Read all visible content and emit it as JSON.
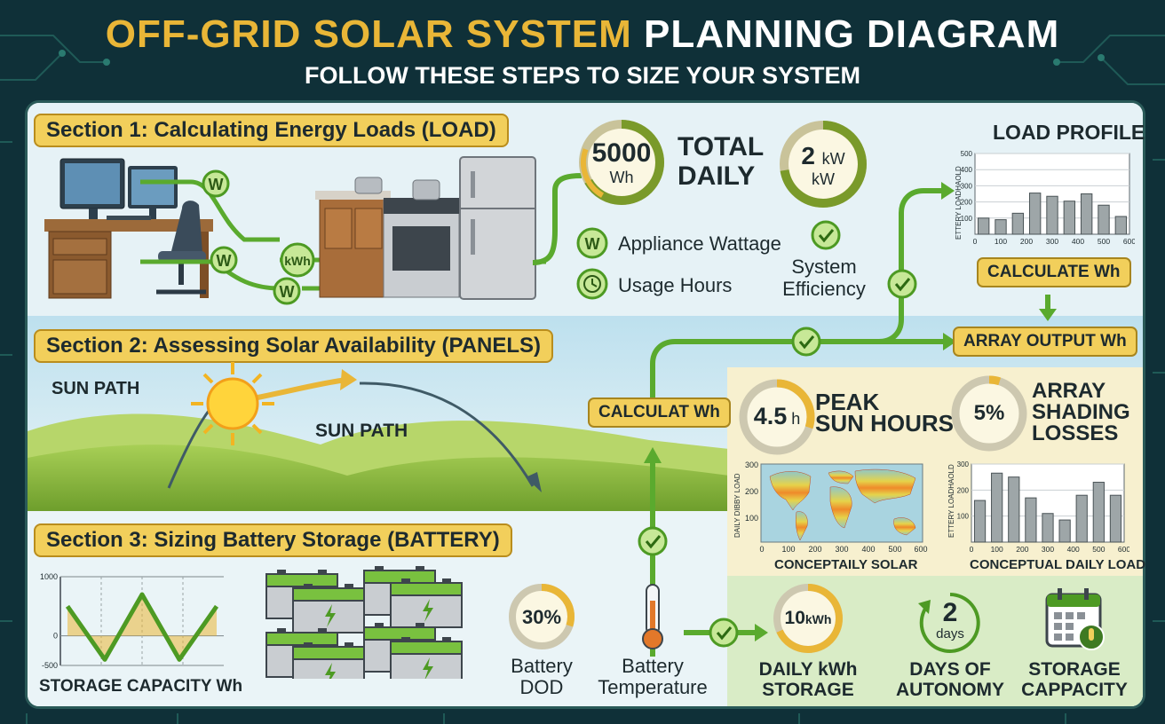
{
  "header": {
    "title_highlight": "OFF-GRID SOLAR SYSTEM",
    "title_rest": "PLANNING DIAGRAM",
    "subtitle": "FOLLOW THESE STEPS TO SIZE YOUR SYSTEM"
  },
  "section1": {
    "label": "Section 1: Calculating Energy Loads (LOAD)",
    "w_badge": "W",
    "kwh_badge": "kWh",
    "total_daily": {
      "value": "5000",
      "unit": "Wh",
      "label_line1": "TOTAL",
      "label_line2": "DAILY"
    },
    "power": {
      "value": "2",
      "unit_small": "kW",
      "unit": "kW"
    },
    "appliance_wattage": "Appliance Wattage",
    "usage_hours": "Usage Hours",
    "system_efficiency_line1": "System",
    "system_efficiency_line2": "Efficiency"
  },
  "load_profile": {
    "title": "LOAD PROFILE",
    "ylabel": "ETTERY LOADHAOLD"
  },
  "calculate_wh_label": "CALCULATE Wh",
  "array_output_label": "ARRAY OUTPUT Wh",
  "calculat_wh_label": "CALCULAT Wh",
  "section2": {
    "label": "Section 2: Assessing Solar Availability (PANELS)",
    "sun_path_1": "SUN PATH",
    "sun_path_2": "SUN PATH"
  },
  "peak_sun": {
    "value": "4.5",
    "unit": "h",
    "label_line1": "PEAK",
    "label_line2": "SUN HOURS",
    "fraction": 0.3
  },
  "shading": {
    "value": "5%",
    "label_line1": "ARRAY",
    "label_line2": "SHADING",
    "label_line3": "LOSSES",
    "fraction": 0.05
  },
  "solar_map": {
    "ylabel": "DAILY DIBBY LOAD",
    "caption": "CONCEPTAILY SOLAR"
  },
  "daily_load_chart": {
    "ylabel": "ETTERY LOADHAOLD",
    "caption": "CONCEPTUAL DAILY LOAD"
  },
  "section3": {
    "label": "Section 3:  Sizing Battery Storage (BATTERY)",
    "storage_caption": "STORAGE CAPACITY Wh",
    "battery_dod": {
      "value": "30%",
      "label_line1": "Battery",
      "label_line2": "DOD",
      "fraction": 0.3
    },
    "battery_temp_line1": "Battery",
    "battery_temp_line2": "Temperature",
    "daily_storage": {
      "value": "10",
      "unit": "kWh",
      "label_line1": "DAILY kWh",
      "label_line2": "STORAGE"
    },
    "autonomy": {
      "value": "2",
      "unit": "days",
      "label_line1": "DAYS OF",
      "label_line2": "AUTONOMY"
    },
    "storage_capacity_line1": "STORAGE",
    "storage_capacity_line2": "CAPPACITY"
  },
  "chart_data": [
    {
      "type": "bar",
      "title": "LOAD PROFILE",
      "ylabel": "ETTERY LOADHAOLD",
      "x": [
        0,
        100,
        200,
        300,
        400,
        500,
        600
      ],
      "xtick_labels": [
        "0",
        "100",
        "200",
        "300",
        "400",
        "500",
        "600"
      ],
      "ytick_labels": [
        "100",
        "200",
        "300",
        "400",
        "500"
      ],
      "values": [
        100,
        90,
        130,
        255,
        235,
        205,
        250,
        180,
        110
      ],
      "ylim": [
        0,
        500
      ],
      "grid": true
    },
    {
      "type": "bar",
      "title": "",
      "ylabel": "ETTERY LOADHAOLD",
      "caption": "CONCEPTUAL DAILY LOAD",
      "xtick_labels": [
        "0",
        "100",
        "200",
        "300",
        "400",
        "500",
        "600"
      ],
      "ytick_labels": [
        "100",
        "200",
        "300"
      ],
      "values": [
        160,
        265,
        250,
        170,
        110,
        85,
        180,
        230,
        180
      ],
      "ylim": [
        0,
        300
      ],
      "grid": true
    },
    {
      "type": "heatmap",
      "ylabel": "DAILY DIBBY LOAD",
      "caption": "CONCEPTAILY SOLAR",
      "xtick_labels": [
        "0",
        "100",
        "200",
        "300",
        "400",
        "500",
        "600"
      ],
      "ytick_labels": [
        "100",
        "200",
        "300"
      ]
    },
    {
      "type": "line",
      "caption": "STORAGE CAPACITY Wh",
      "ytick_labels": [
        "1000",
        "0",
        "-500"
      ],
      "ylim": [
        -500,
        1000
      ],
      "values": [
        500,
        -400,
        700,
        -400,
        500
      ],
      "grid": true
    }
  ],
  "colors": {
    "background": "#0f3038",
    "gold": "#e9b637",
    "green": "#6fba3c",
    "dark_green": "#3e7a22"
  }
}
